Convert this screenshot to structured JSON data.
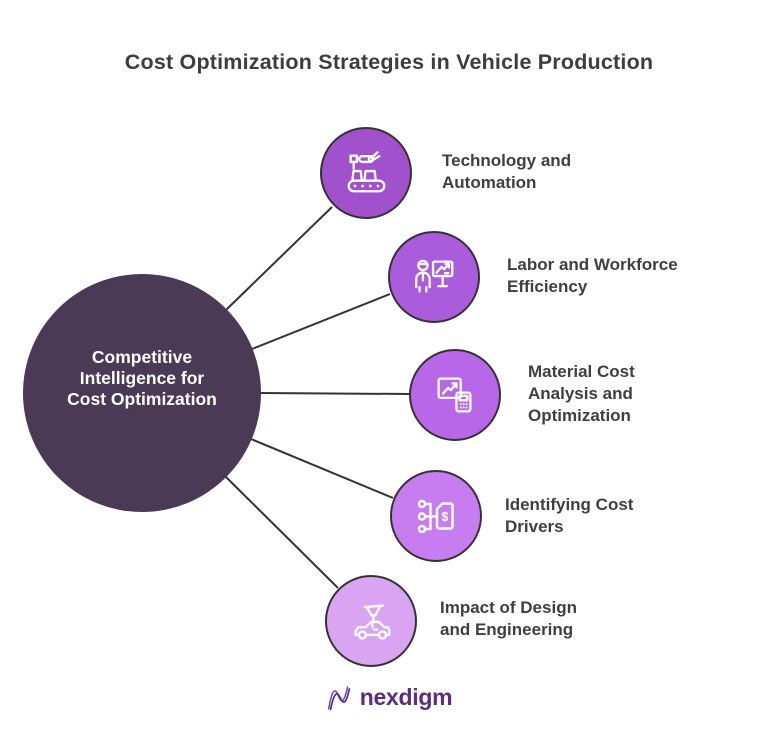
{
  "title": "Cost Optimization Strategies in Vehicle Production",
  "center": {
    "label": "Competitive\nIntelligence for\nCost Optimization",
    "color": "#4b3a55",
    "text_color": "#ffffff"
  },
  "nodes": [
    {
      "label": "Technology and\nAutomation",
      "icon": "robot-arm-conveyor-icon",
      "color": "#a251cd"
    },
    {
      "label": "Labor and Workforce\nEfficiency",
      "icon": "presenter-whiteboard-icon",
      "color": "#ab5cdd"
    },
    {
      "label": "Material Cost\nAnalysis and\nOptimization",
      "icon": "chart-calculator-icon",
      "color": "#b867e8"
    },
    {
      "label": "Identifying Cost\nDrivers",
      "icon": "hierarchy-price-tag-icon",
      "color": "#c77df0"
    },
    {
      "label": "Impact of Design\nand Engineering",
      "icon": "car-design-icon",
      "color": "#d9a4f2"
    }
  ],
  "style_colors": {
    "connector": "#333333",
    "circle_outline": "#333333",
    "label_text": "#3f3f3f",
    "title_text": "#3d3d3d"
  },
  "footer": {
    "brand": "nexdigm",
    "brand_color": "#5c2b85"
  }
}
